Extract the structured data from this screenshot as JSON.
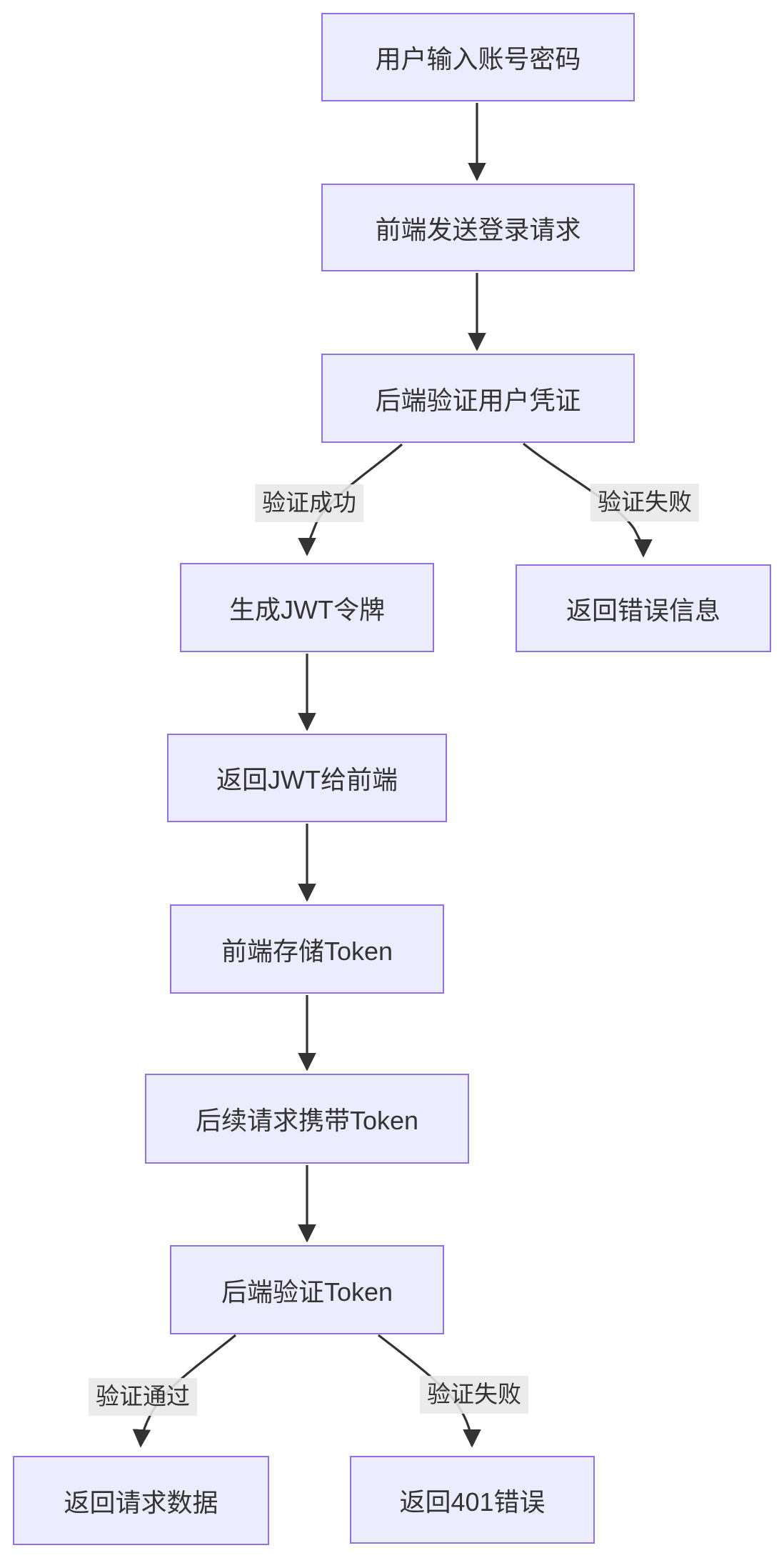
{
  "diagram": {
    "type": "flowchart",
    "direction": "top-down",
    "nodes": [
      {
        "id": "A",
        "label": "用户输入账号密码"
      },
      {
        "id": "B",
        "label": "前端发送登录请求"
      },
      {
        "id": "C",
        "label": "后端验证用户凭证"
      },
      {
        "id": "D",
        "label": "生成JWT令牌"
      },
      {
        "id": "E",
        "label": "返回错误信息"
      },
      {
        "id": "F",
        "label": "返回JWT给前端"
      },
      {
        "id": "G",
        "label": "前端存储Token"
      },
      {
        "id": "H",
        "label": "后续请求携带Token"
      },
      {
        "id": "I",
        "label": "后端验证Token"
      },
      {
        "id": "J",
        "label": "返回请求数据"
      },
      {
        "id": "K",
        "label": "返回401错误"
      }
    ],
    "edges": [
      {
        "from": "A",
        "to": "B",
        "label": ""
      },
      {
        "from": "B",
        "to": "C",
        "label": ""
      },
      {
        "from": "C",
        "to": "D",
        "label": "验证成功"
      },
      {
        "from": "C",
        "to": "E",
        "label": "验证失败"
      },
      {
        "from": "D",
        "to": "F",
        "label": ""
      },
      {
        "from": "F",
        "to": "G",
        "label": ""
      },
      {
        "from": "G",
        "to": "H",
        "label": ""
      },
      {
        "from": "H",
        "to": "I",
        "label": ""
      },
      {
        "from": "I",
        "to": "J",
        "label": "验证通过"
      },
      {
        "from": "I",
        "to": "K",
        "label": "验证失败"
      }
    ],
    "colors": {
      "node_fill": "#ECECFF",
      "node_border": "#9370DB",
      "edge": "#333333",
      "edge_label_bg": "rgba(232,232,232,0.88)",
      "text": "#333333"
    }
  }
}
